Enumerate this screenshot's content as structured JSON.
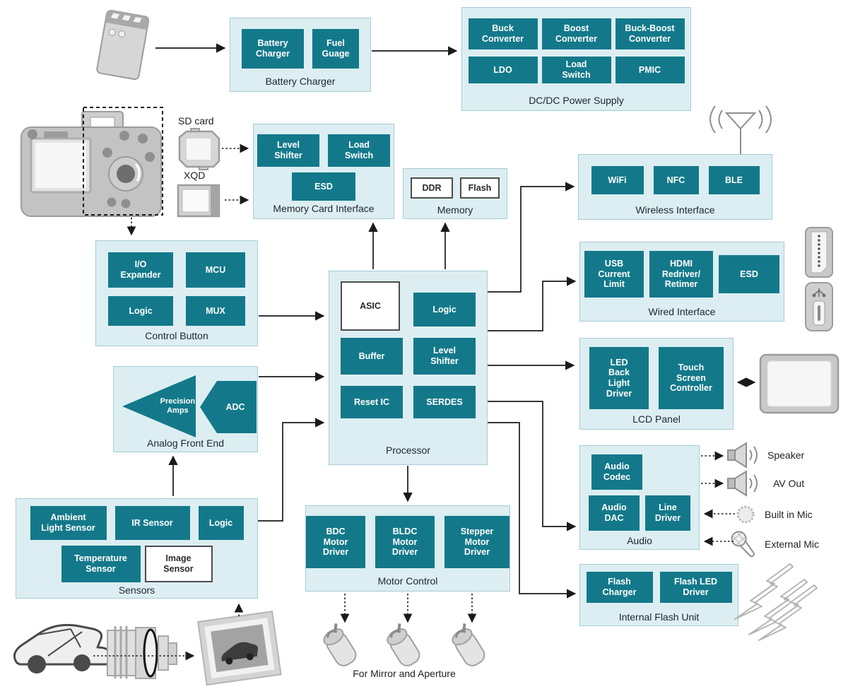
{
  "colors": {
    "chip_teal": "#13798a",
    "group_bg": "#dceef2",
    "group_border": "#a6ccd5",
    "arrow_black": "#1a1a1a",
    "icon_gray": "#9c9c9c"
  },
  "groups": {
    "battery_charger": {
      "label": "Battery Charger",
      "chips": [
        "Battery\nCharger",
        "Fuel\nGuage"
      ]
    },
    "dcdc": {
      "label": "DC/DC Power Supply",
      "chips": [
        "Buck\nConverter",
        "Boost\nConverter",
        "Buck-Boost\nConverter",
        "LDO",
        "Load\nSwitch",
        "PMIC"
      ]
    },
    "memory_card": {
      "label": "Memory Card Interface",
      "chips": [
        "Level\nShifter",
        "Load\nSwitch",
        "ESD"
      ]
    },
    "memory": {
      "label": "Memory",
      "chips": [
        "DDR",
        "Flash"
      ]
    },
    "wireless": {
      "label": "Wireless Interface",
      "chips": [
        "WiFi",
        "NFC",
        "BLE"
      ]
    },
    "wired": {
      "label": "Wired Interface",
      "chips": [
        "USB\nCurrent\nLimit",
        "HDMI\nRedriver/\nRetimer",
        "ESD"
      ]
    },
    "control_button": {
      "label": "Control Button",
      "chips": [
        "I/O\nExpander",
        "MCU",
        "Logic",
        "MUX"
      ]
    },
    "afe": {
      "label": "Analog Front End",
      "chips": [
        "Precision\nAmps",
        "ADC"
      ]
    },
    "processor": {
      "label": "Processor",
      "chips": [
        "ASIC",
        "Logic",
        "Buffer",
        "Level\nShifter",
        "Reset IC",
        "SERDES"
      ]
    },
    "lcd": {
      "label": "LCD Panel",
      "chips": [
        "LED\nBack\nLight\nDriver",
        "Touch\nScreen\nController"
      ]
    },
    "audio": {
      "label": "Audio",
      "chips": [
        "Audio\nCodec",
        "Audio\nDAC",
        "Line\nDriver"
      ]
    },
    "flash_unit": {
      "label": "Internal Flash Unit",
      "chips": [
        "Flash\nCharger",
        "Flash LED\nDriver"
      ]
    },
    "sensors": {
      "label": "Sensors",
      "chips": [
        "Ambient\nLight Sensor",
        "IR Sensor",
        "Logic",
        "Temperature\nSensor",
        "Image\nSensor"
      ]
    },
    "motor": {
      "label": "Motor Control",
      "chips": [
        "BDC\nMotor\nDriver",
        "BLDC\nMotor\nDriver",
        "Stepper\nMotor\nDriver"
      ]
    }
  },
  "annotations": {
    "sd_card": "SD card",
    "xqd": "XQD",
    "speaker": "Speaker",
    "av_out": "AV Out",
    "built_in_mic": "Built in Mic",
    "external_mic": "External Mic",
    "mirror_aperture": "For Mirror and Aperture"
  }
}
